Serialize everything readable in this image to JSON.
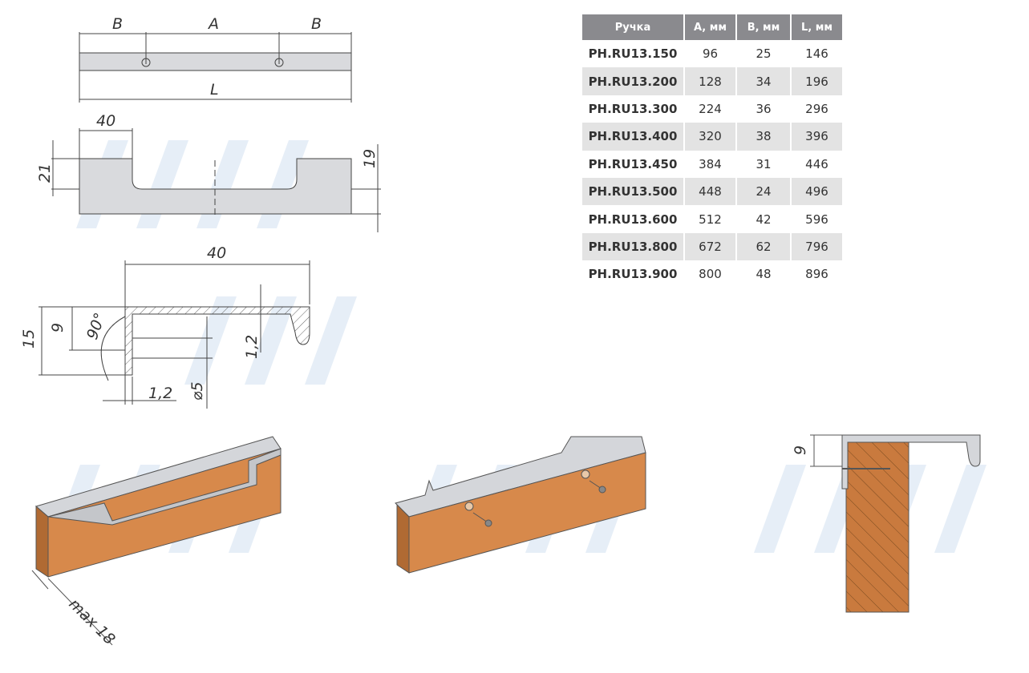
{
  "table": {
    "headers": [
      "Ручка",
      "A, мм",
      "B, мм",
      "L, мм"
    ],
    "rows": [
      [
        "PH.RU13.150",
        "96",
        "25",
        "146"
      ],
      [
        "PH.RU13.200",
        "128",
        "34",
        "196"
      ],
      [
        "PH.RU13.300",
        "224",
        "36",
        "296"
      ],
      [
        "PH.RU13.400",
        "320",
        "38",
        "396"
      ],
      [
        "PH.RU13.450",
        "384",
        "31",
        "446"
      ],
      [
        "PH.RU13.500",
        "448",
        "24",
        "496"
      ],
      [
        "PH.RU13.600",
        "512",
        "42",
        "596"
      ],
      [
        "PH.RU13.800",
        "672",
        "62",
        "796"
      ],
      [
        "PH.RU13.900",
        "800",
        "48",
        "896"
      ]
    ]
  },
  "drawing": {
    "top_view": {
      "b_left": "B",
      "a": "A",
      "b_right": "B",
      "l": "L"
    },
    "front_view": {
      "width": "40",
      "left_height": "21",
      "right_height": "19"
    },
    "profile": {
      "width": "40",
      "height": "15",
      "inner_height": "9",
      "angle": "90°",
      "wall": "1,2",
      "hole": "⌀5",
      "thickness": "1,2"
    },
    "install": {
      "max_thickness": "max 18",
      "offset": "9"
    }
  },
  "colors": {
    "metal": "#c9cbcf",
    "wood": "#d7894b",
    "header": "#8a8a8e",
    "watermark": "#e6eef7"
  }
}
